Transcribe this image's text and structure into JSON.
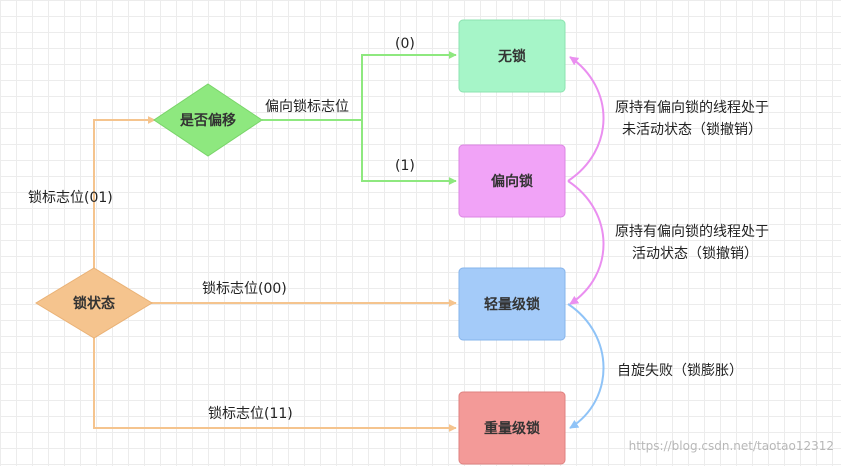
{
  "nodes": {
    "lock_state": "锁状态",
    "is_biased": "是否偏移",
    "no_lock": "无锁",
    "biased_lock": "偏向锁",
    "lightweight_lock": "轻量级锁",
    "heavyweight_lock": "重量级锁"
  },
  "edges": {
    "flag_01": "锁标志位(01)",
    "flag_00": "锁标志位(00)",
    "flag_11": "锁标志位(11)",
    "biased_flag": "偏向锁标志位",
    "bit_0": "(0)",
    "bit_1": "(1)",
    "revoke_inactive_line1": "原持有偏向锁的线程处于",
    "revoke_inactive_line2": "未活动状态（锁撤销）",
    "revoke_active_line1": "原持有偏向锁的线程处于",
    "revoke_active_line2": "活动状态（锁撤销）",
    "spin_fail": "自旋失败（锁膨胀）"
  },
  "watermark": "https://blog.csdn.net/taotao12312",
  "colors": {
    "orange": "#f5c48e",
    "green": "#8ee87f",
    "magenta": "#ea8ff0",
    "blue": "#8fc3f7",
    "mint_fill": "#a6f5c8",
    "pink_fill": "#f1a3f7",
    "lightblue_fill": "#a4cbf9",
    "red_fill": "#f39a98"
  }
}
